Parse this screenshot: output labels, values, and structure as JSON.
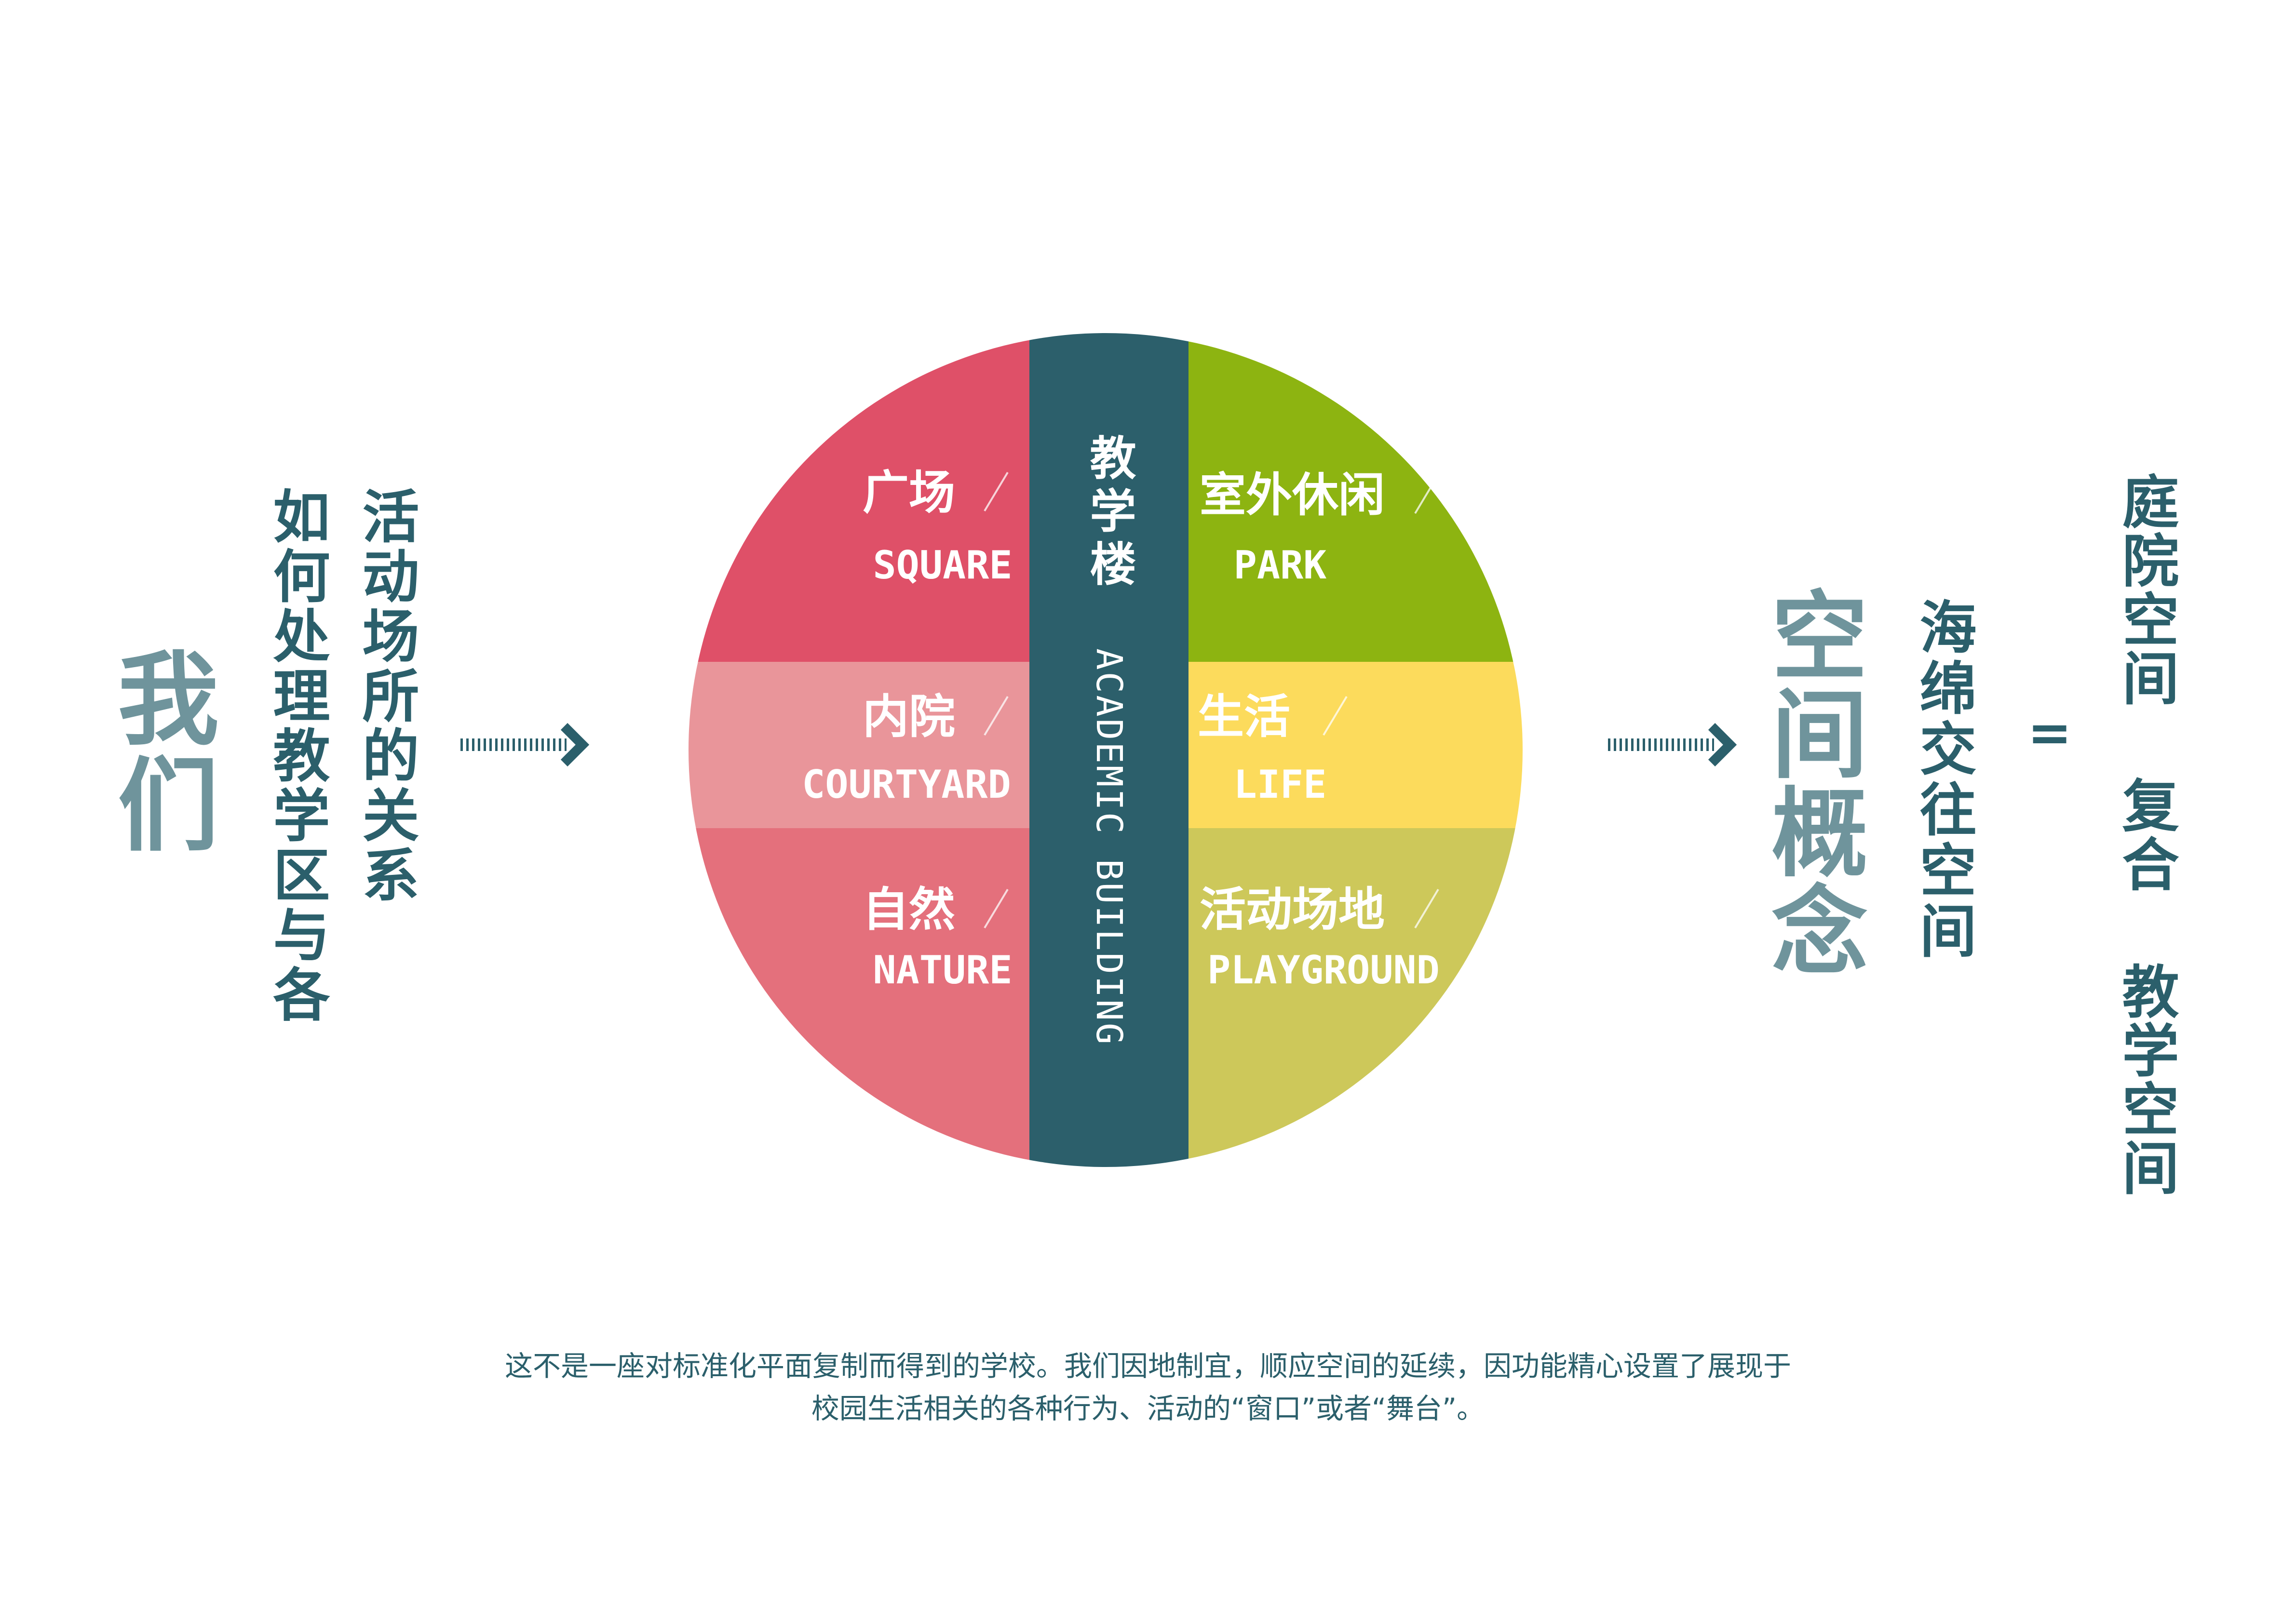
{
  "left": {
    "we": "我们",
    "col1": "如何处理教学区与各",
    "col2": "活动场所的关系"
  },
  "circle": {
    "center_cn": "教学楼",
    "center_en": "ACADEMIC BUILDING",
    "segments": [
      {
        "cn": "广场",
        "en": "SQUARE",
        "color": "#df5068"
      },
      {
        "cn": "内院",
        "en": "COURTYARD",
        "color": "#e9959a"
      },
      {
        "cn": "自然",
        "en": "NATURE",
        "color": "#e4707c"
      },
      {
        "cn": "室外休闲",
        "en": "PARK",
        "color": "#8db411"
      },
      {
        "cn": "生活",
        "en": "LIFE",
        "color": "#fcdb5c"
      },
      {
        "cn": "活动场地",
        "en": "PLAYGROUND",
        "color": "#cdc85a"
      }
    ],
    "band_color": "#2c5f6b"
  },
  "right": {
    "concept": "空间概念",
    "sponge": "海绵交往空间",
    "equals": "=",
    "result": "庭院空间 复合 教学空间"
  },
  "caption": {
    "line1": "这不是一座对标准化平面复制而得到的学校。我们因地制宜，顺应空间的延续，因功能精心设置了展现于",
    "line2": "校园生活相关的各种行为、活动的“窗口”或者“舞台”。"
  }
}
